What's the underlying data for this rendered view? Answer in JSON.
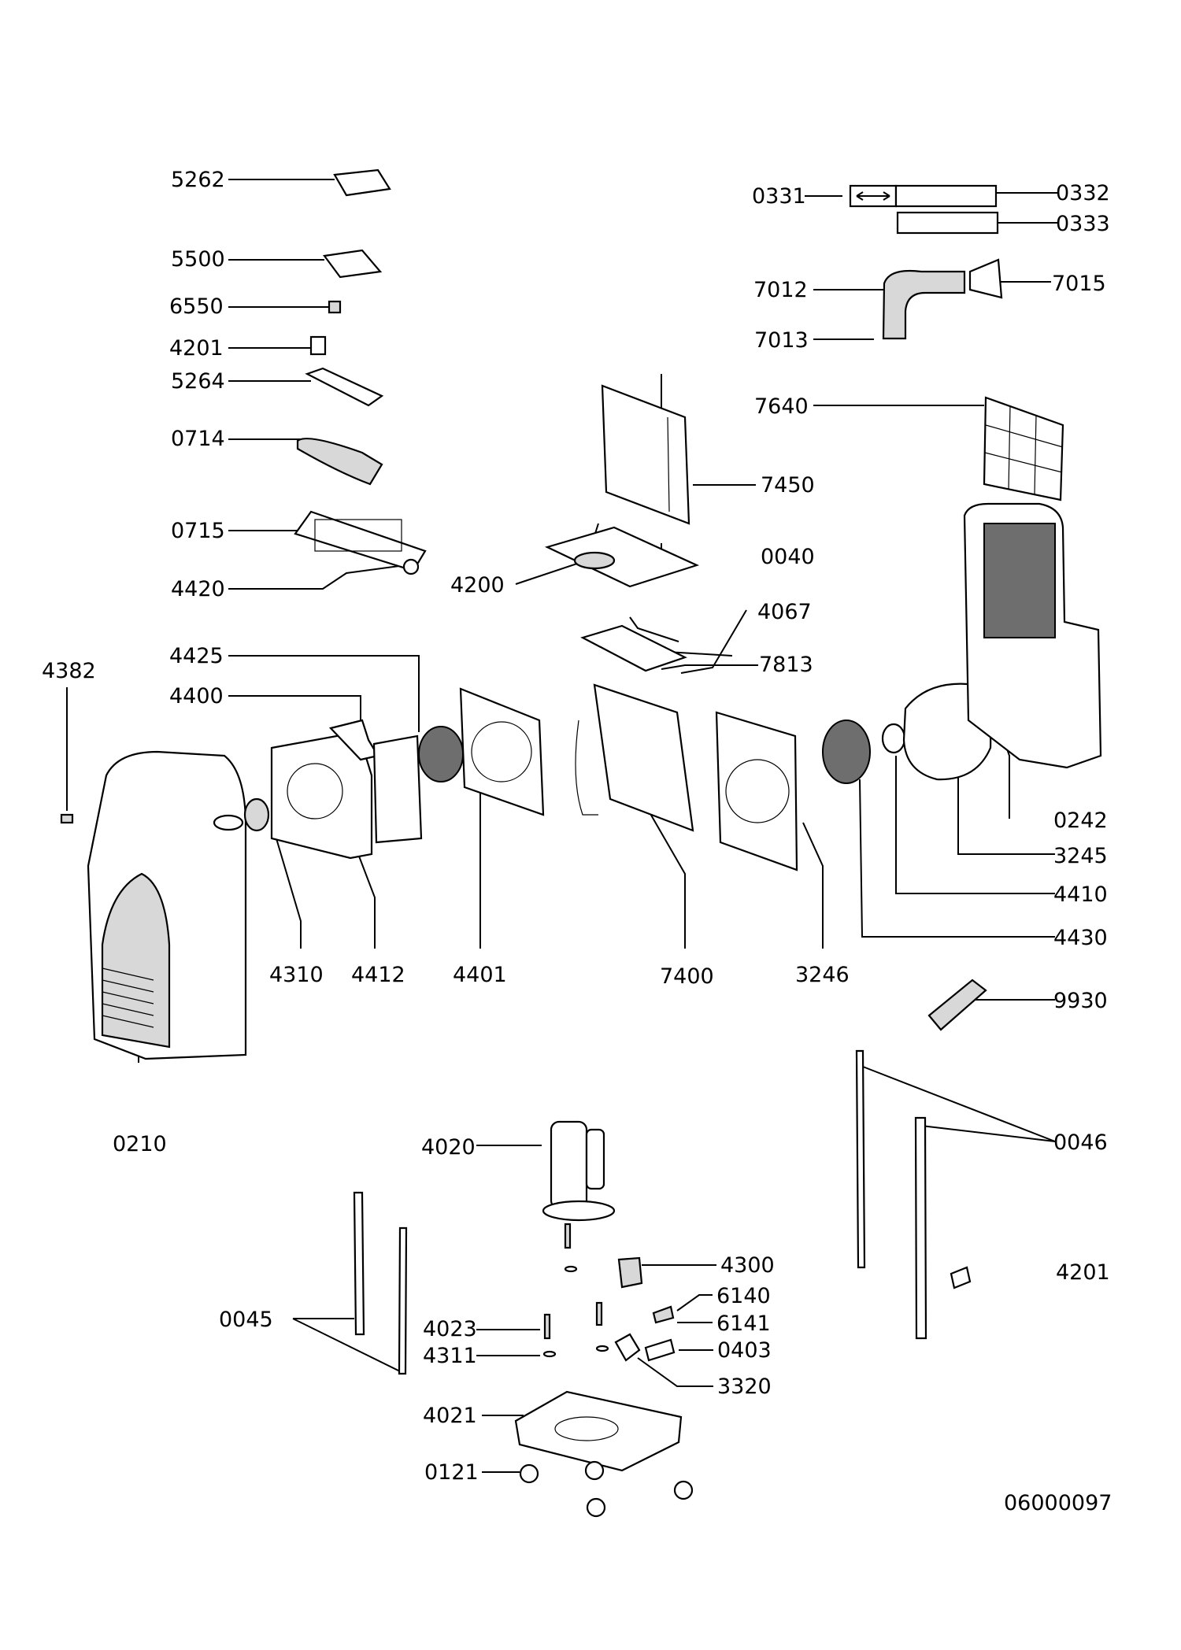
{
  "labels": {
    "l5262": "5262",
    "l5500": "5500",
    "l6550": "6550",
    "l4201a": "4201",
    "l5264": "5264",
    "l0714": "0714",
    "l0715": "0715",
    "l4420": "4420",
    "l4425": "4425",
    "l4400": "4400",
    "l4382": "4382",
    "l0210": "0210",
    "l4310": "4310",
    "l4412": "4412",
    "l4401": "4401",
    "l4200": "4200",
    "l0040": "0040",
    "l7450": "7450",
    "l4067": "4067",
    "l7813": "7813",
    "l7400": "7400",
    "l3246": "3246",
    "l0331": "0331",
    "l0332": "0332",
    "l0333": "0333",
    "l7012": "7012",
    "l7015": "7015",
    "l7013": "7013",
    "l7640": "7640",
    "l0242": "0242",
    "l3245": "3245",
    "l4410": "4410",
    "l4430": "4430",
    "l9930": "9930",
    "l0046": "0046",
    "l4201b": "4201",
    "l4020": "4020",
    "l4300": "4300",
    "l6140": "6140",
    "l6141": "6141",
    "l0403": "0403",
    "l3320": "3320",
    "l0045": "0045",
    "l4023": "4023",
    "l4311": "4311",
    "l4021": "4021",
    "l0121": "0121",
    "drawing_number": "06000097"
  }
}
